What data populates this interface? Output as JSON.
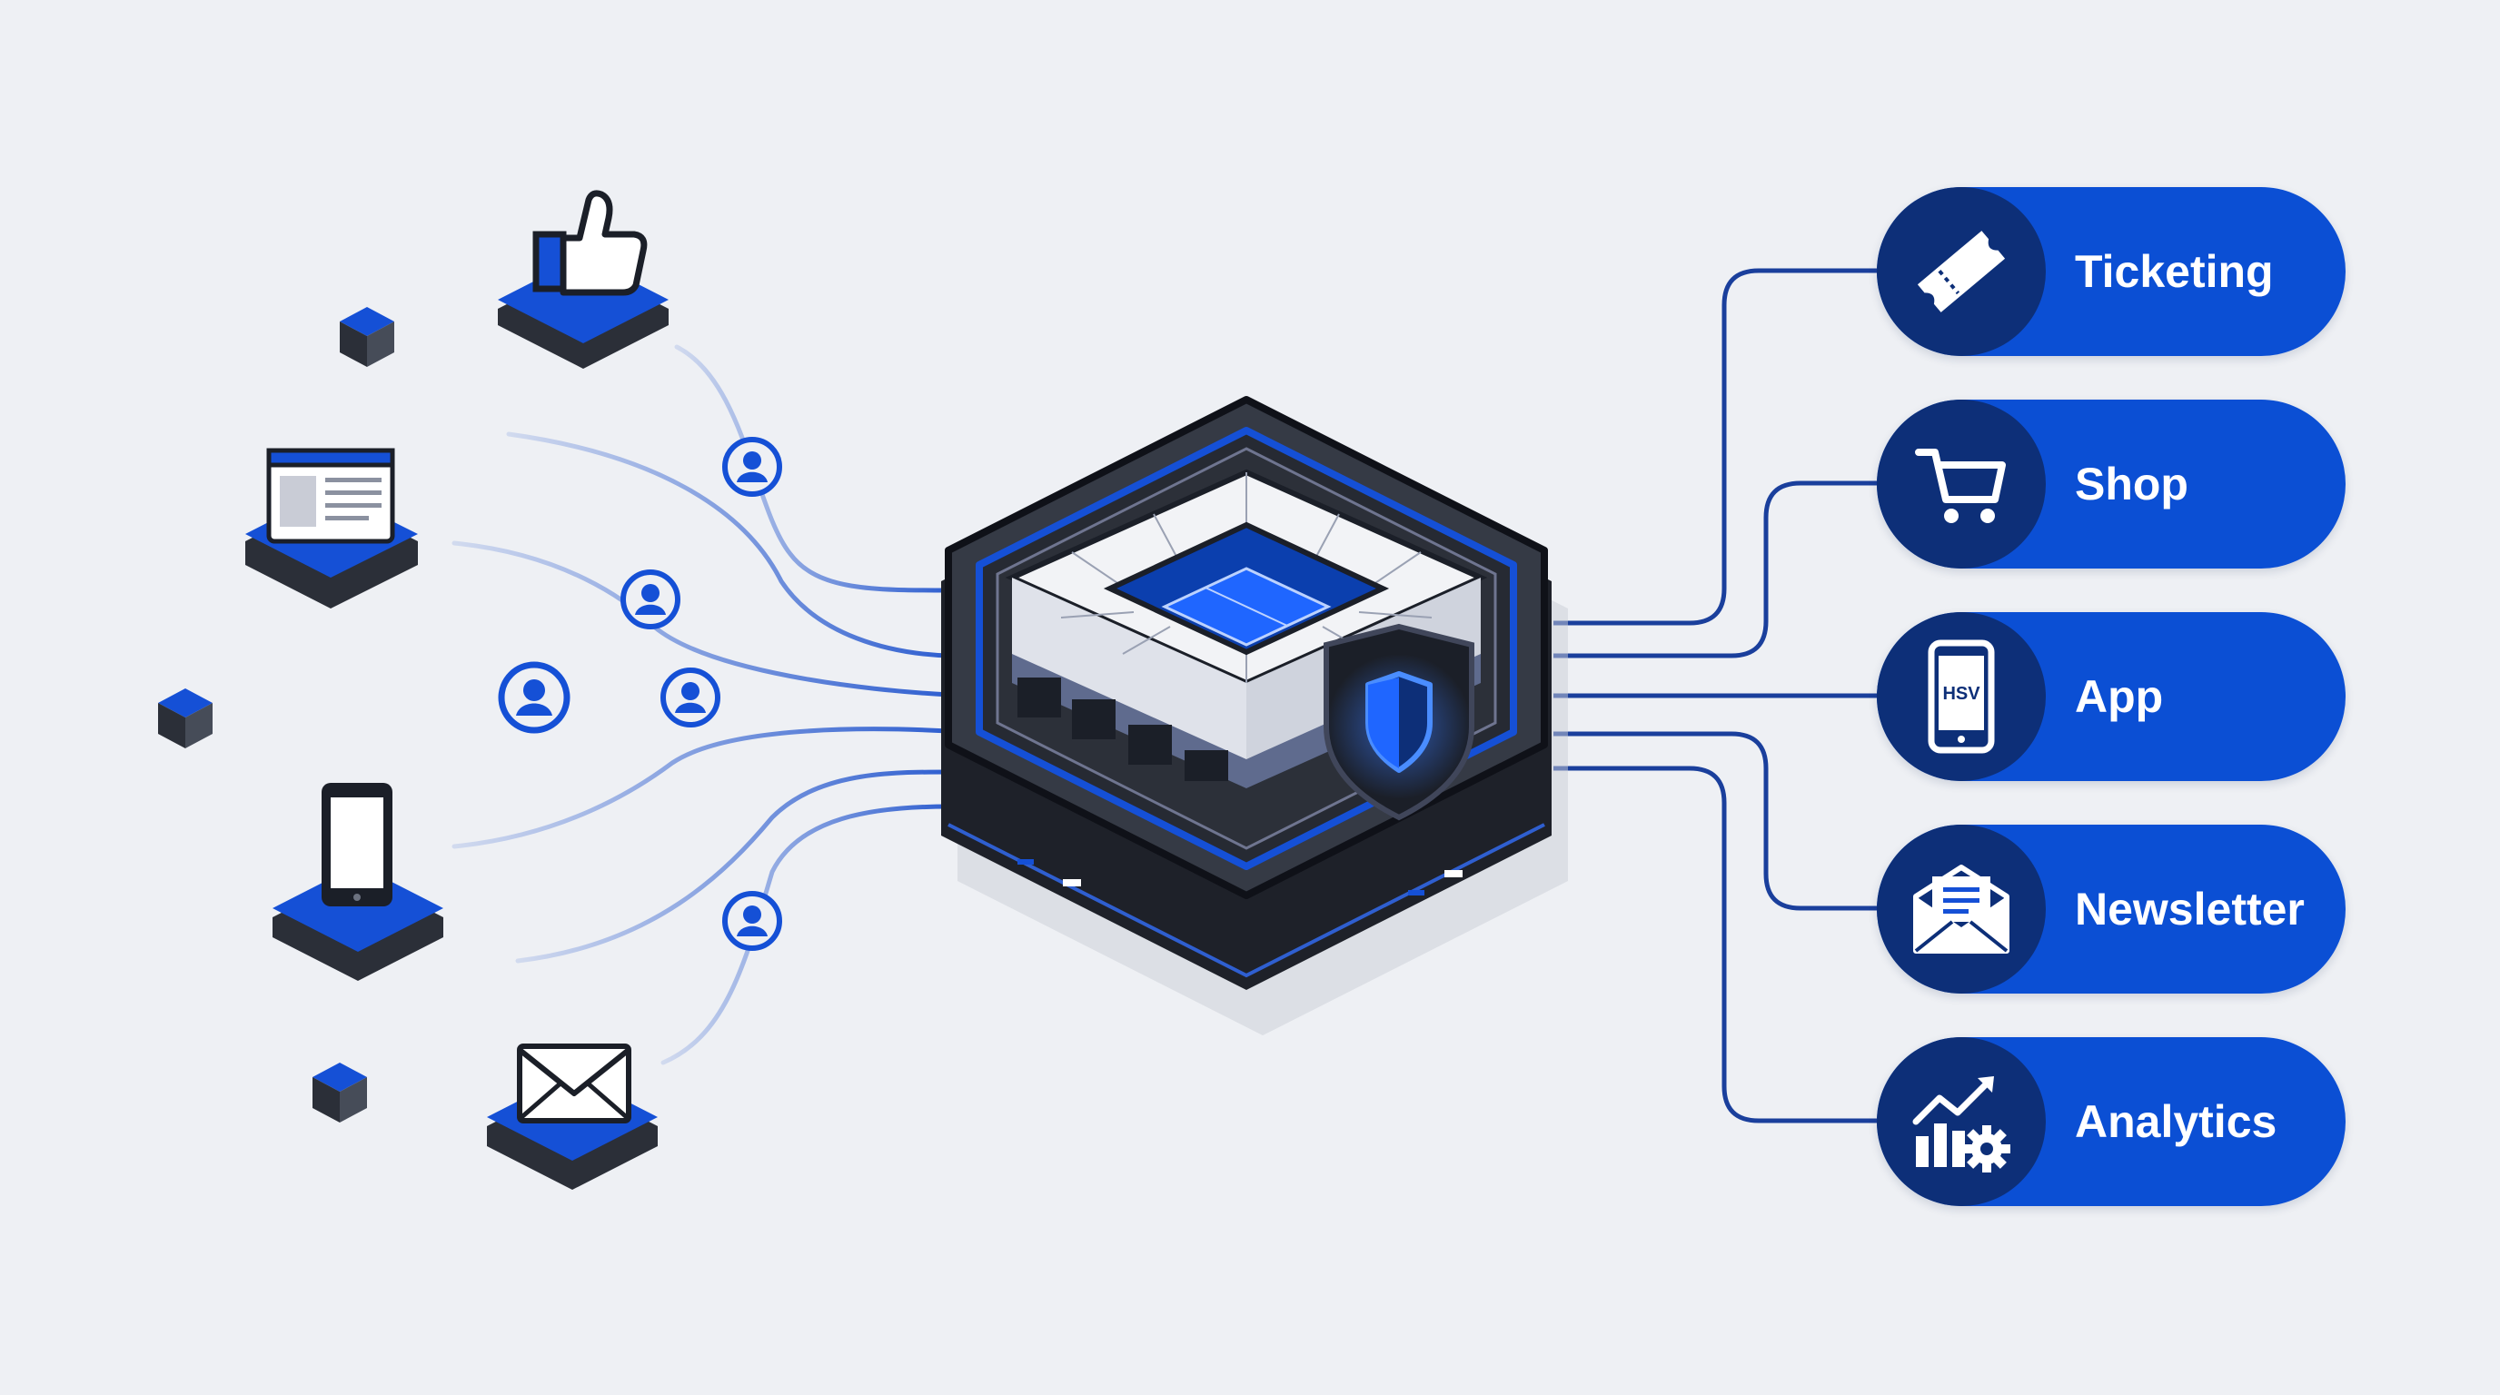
{
  "services": [
    {
      "id": "ticketing",
      "label": "Ticketing",
      "icon": "ticket-icon"
    },
    {
      "id": "shop",
      "label": "Shop",
      "icon": "shopping-cart-icon"
    },
    {
      "id": "app",
      "label": "App",
      "icon": "smartphone-icon",
      "icon_text": "HSV"
    },
    {
      "id": "newsletter",
      "label": "Newsletter",
      "icon": "envelope-letter-icon"
    },
    {
      "id": "analytics",
      "label": "Analytics",
      "icon": "analytics-gear-icon"
    }
  ],
  "sources": [
    {
      "id": "social",
      "icon": "thumbs-up-icon"
    },
    {
      "id": "website",
      "icon": "browser-window-icon"
    },
    {
      "id": "mobile",
      "icon": "smartphone-icon"
    },
    {
      "id": "email",
      "icon": "envelope-icon"
    }
  ],
  "hub": {
    "icon": "stadium-icon",
    "badge_icon": "shield-icon"
  },
  "colors": {
    "background": "#eef0f4",
    "brand_blue": "#0b4fd4",
    "dark_navy": "#0d2f78",
    "hub_dark": "#2b2f38",
    "line_blue": "#2f5fd0"
  }
}
